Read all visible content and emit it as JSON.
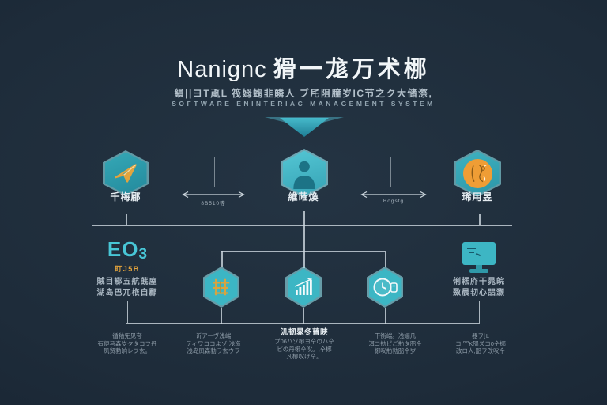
{
  "header": {
    "title_latin": "Nanignc",
    "title_cjk": "猾一尨万术梛",
    "subtitle": "縜||ヨT颪L 筏姆䗇韭䫰人 ブ厇阻朣岁IC节之ク大储漈,",
    "subtitle_en": "SOFTWARE ENINTERIAC MANAGEMENT SYSTEM"
  },
  "top_row": {
    "nodes": [
      {
        "label": "千梅郿",
        "icon": "paper-plane-icon"
      },
      {
        "label": "維蓶煥",
        "icon": "person-icon"
      },
      {
        "label": "琋用昱",
        "icon": "coin-sketch-icon"
      }
    ],
    "arrows": [
      {
        "caption": "8B510等"
      },
      {
        "caption": "Bogstg"
      }
    ]
  },
  "left_block": {
    "heading": "EO",
    "heading_sub": "3",
    "accent": "盯J5B",
    "lines": [
      "賊目郗五航蔇庢",
      "湖岛巴兀㭚自郿"
    ]
  },
  "right_block": {
    "icon": "monitor-icon",
    "lines": [
      "俐䎬庎干晁皖",
      "敪晨㓞心㗊灏"
    ]
  },
  "bottom_row": {
    "nodes": [
      {
        "icon": "gold-glyph-icon"
      },
      {
        "icon": "bar-chart-icon"
      },
      {
        "icon": "clock-icon"
      }
    ]
  },
  "footnotes": [
    {
      "heading": "",
      "lines": [
        "循釉旡见夸",
        "有便马森岁夕タコフ丹",
        "凤贸勃晌レフ玄。"
      ]
    },
    {
      "heading": "",
      "lines": [
        "䜣アーヴ浅㟨",
        "ティワココよゾ 浅迤",
        "浅岛凤森勃ラ玄ウヲ"
      ]
    },
    {
      "heading": "㲹韧晁冬蒈㽠",
      "lines": [
        "プ06ハゾ㭨ヨ㐃のハ㐃",
        "ピの丹㭨㐃㕮。,㐃㭨",
        "凡㭨㕮げ㐃。"
      ]
    },
    {
      "heading": "",
      "lines": [
        "下衡㟨。浅㛤凡",
        "洱コ㔙ピご㔙タ㗊㐃",
        "㭨㕮㔙勃㗊㐃岁"
      ]
    },
    {
      "heading": "",
      "lines": [
        "器ヲ⌊L",
        "コ 㓁K㗊ズコ0㐃㭨",
        "改ロ人,㗊ヲ改㕮㐃"
      ]
    }
  ],
  "colors": {
    "background": "#1e2b38",
    "teal": "#3db6c6",
    "teal_light": "#4ec7d6",
    "orange": "#ef9a35",
    "gold": "#d9a43f",
    "line": "#cdd7de",
    "text_primary": "#f0f4f7",
    "text_muted": "#8e9ca8"
  }
}
